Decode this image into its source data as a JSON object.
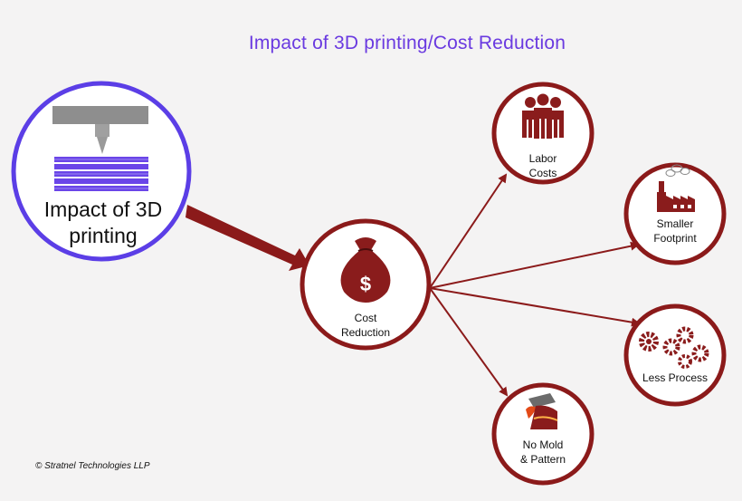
{
  "title": "Impact of 3D printing/Cost Reduction",
  "source": {
    "label_line1": "Impact of 3D",
    "label_line2": "printing",
    "icon": "3d-printer-icon"
  },
  "hub": {
    "label_line1": "Cost",
    "label_line2": "Reduction",
    "icon": "money-bag-icon"
  },
  "outcomes": [
    {
      "id": "labor",
      "line1": "Labor",
      "line2": "Costs",
      "icon": "people-icon"
    },
    {
      "id": "footprint",
      "line1": "Smaller",
      "line2": "Footprint",
      "icon": "factory-icon"
    },
    {
      "id": "process",
      "line1": "Less Process",
      "line2": "",
      "icon": "gears-icon"
    },
    {
      "id": "mold",
      "line1": "No Mold",
      "line2": "& Pattern",
      "icon": "mold-icon"
    }
  ],
  "copyright": "© Stratnel Technologies LLP",
  "colors": {
    "title": "#6a3ae0",
    "source_ring": "#5b3ee6",
    "node_ring": "#8b1a1a",
    "arrow": "#8b1a1a",
    "icon": "#8a1c1c"
  }
}
